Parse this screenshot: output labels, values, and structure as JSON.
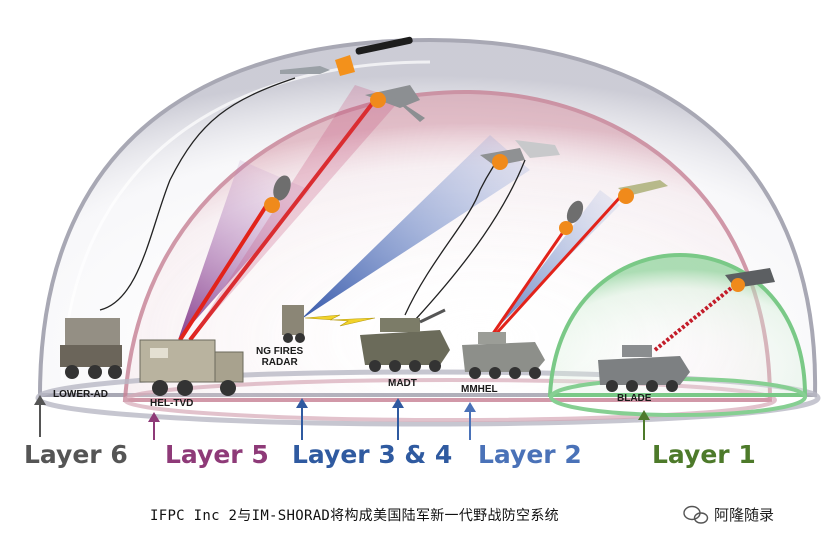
{
  "systems": {
    "lower_ad": "LOWER-AD",
    "hel_tvd": "HEL-TVD",
    "ng_fires_radar_line1": "NG FIRES",
    "ng_fires_radar_line2": "RADAR",
    "madt": "MADT",
    "mmhel": "MMHEL",
    "blade": "BLADE"
  },
  "layers": [
    {
      "label": "Layer 6",
      "color": "#555555"
    },
    {
      "label": "Layer 5",
      "color": "#8e3a78"
    },
    {
      "label": "Layer 3 & 4",
      "color": "#2f5aa0"
    },
    {
      "label": "Layer 2",
      "color": "#4a72b8"
    },
    {
      "label": "Layer 1",
      "color": "#4d7a2a"
    }
  ],
  "caption": "IFPC Inc 2与IM-SHORAD将构成美国陆军新一代野战防空系统",
  "watermark": "阿隆随录",
  "colors": {
    "dome_outer": "#b9b9c4",
    "dome_inner": "#c98a9c",
    "dome_small": "#6fbf7d",
    "laser_red": "#e2231a",
    "beam_blue": "#3e63b5",
    "beam_purple": "#8a3a8e"
  }
}
